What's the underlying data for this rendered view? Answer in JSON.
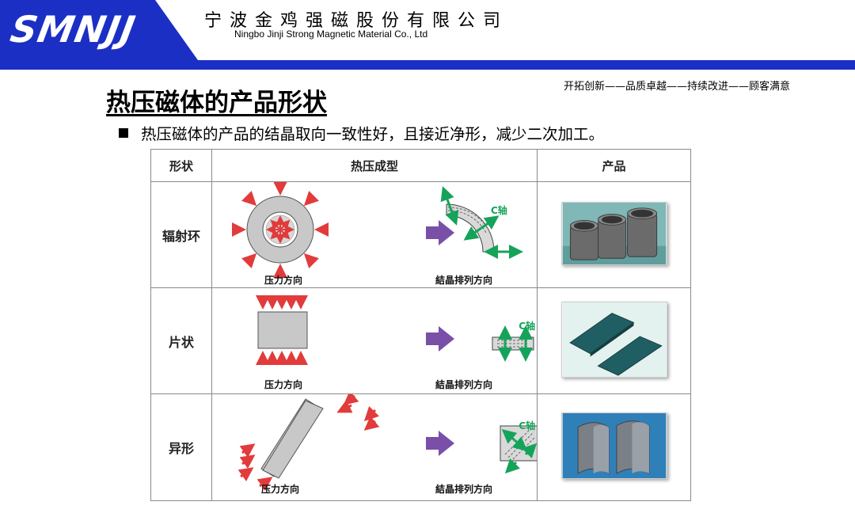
{
  "header": {
    "logo_text": "SMNJJ",
    "company_cn": "宁波金鸡强磁股份有限公司",
    "company_en": "Ningbo Jinji Strong Magnetic Material Co., Ltd",
    "brand_color": "#1c2fc4"
  },
  "slogan": "开拓创新——品质卓越——持续改进——顾客满意",
  "page_title": "热压磁体的产品形状",
  "bullet": "热压磁体的产品的结晶取向一致性好，且接近净形，减少二次加工。",
  "table": {
    "headers": [
      "形状",
      "热压成型",
      "产品"
    ],
    "rows": [
      {
        "shape": "辐射环",
        "pressure_label": "压力方向",
        "crystal_label": "結晶排列方向",
        "axis_label": "C轴",
        "product_icon": "radial-ring-magnets-photo"
      },
      {
        "shape": "片状",
        "pressure_label": "压力方向",
        "crystal_label": "結晶排列方向",
        "axis_label": "C轴",
        "product_icon": "flat-plate-magnets-photo"
      },
      {
        "shape": "异形",
        "pressure_label": "压力方向",
        "crystal_label": "結晶排列方向",
        "axis_label": "C轴",
        "product_icon": "arc-segment-magnets-photo"
      }
    ]
  },
  "colors": {
    "arrow_red": "#e23b3b",
    "arrow_purple": "#7a4fa8",
    "axis_green": "#15a35a"
  }
}
